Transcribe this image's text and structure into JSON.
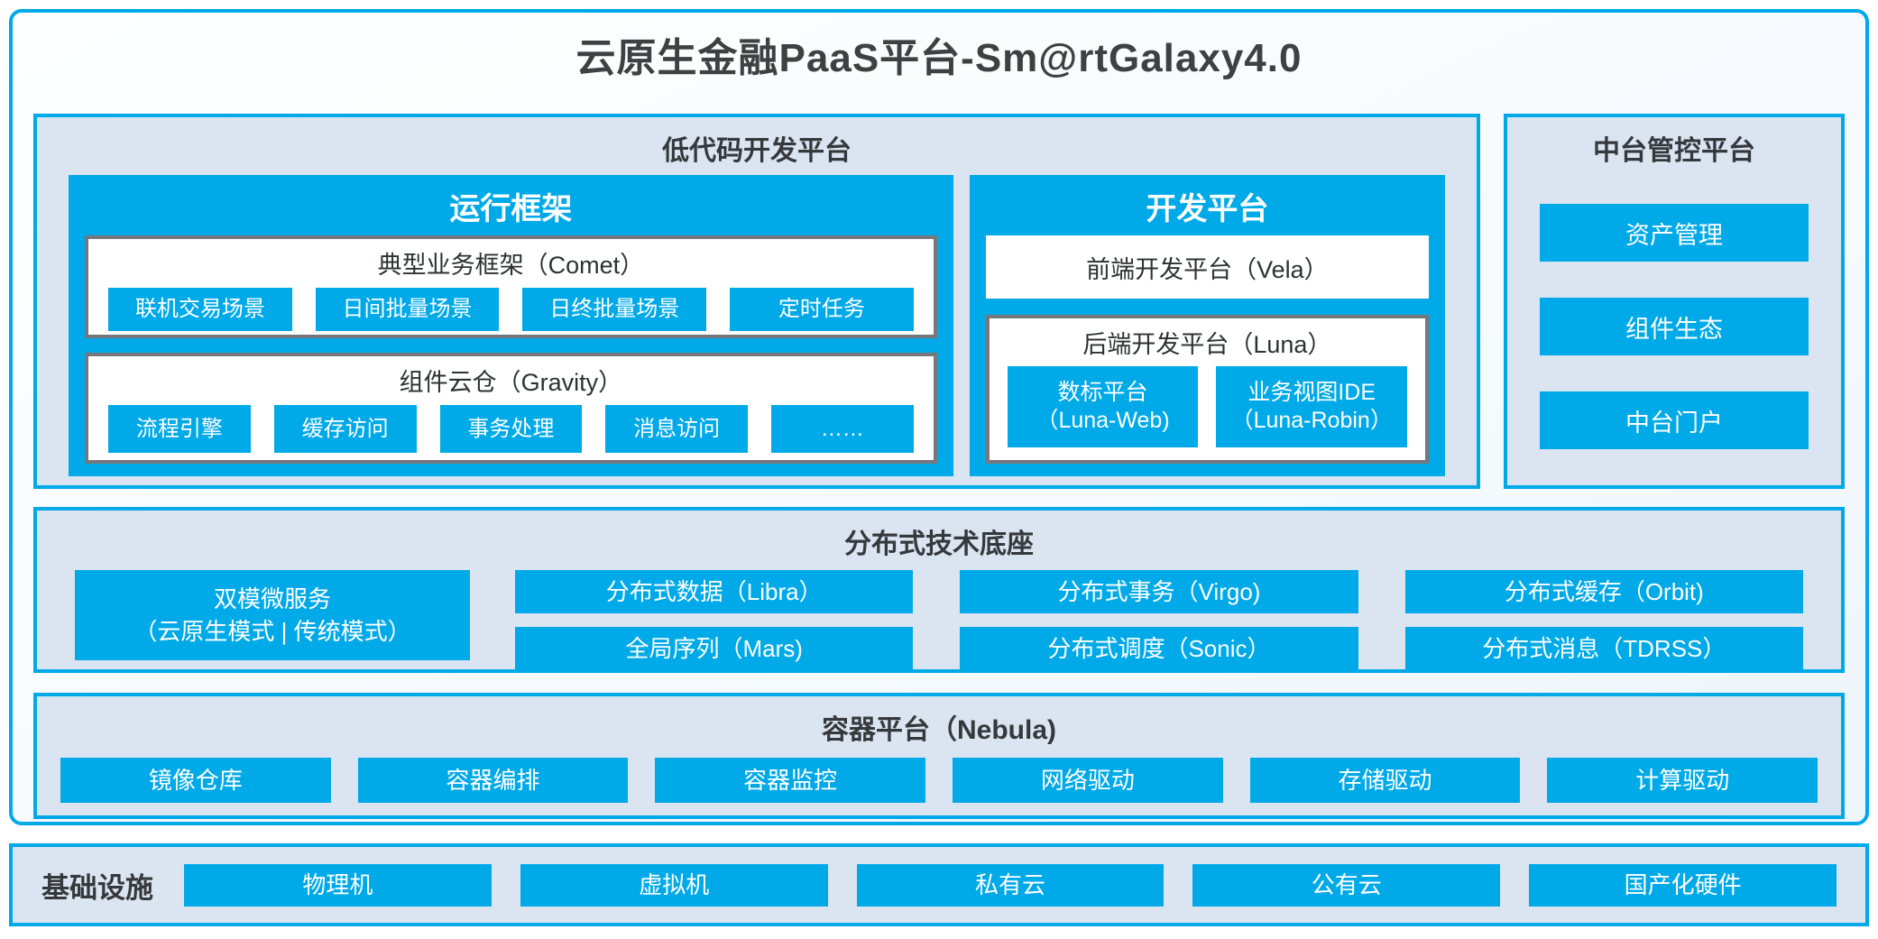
{
  "title": "云原生金融PaaS平台-Sm@rtGalaxy4.0",
  "colors": {
    "accent_blue": "#00a9e8",
    "panel_background": "#dbe5f2",
    "grey_border": "#76777a",
    "dark_text": "#36393c"
  },
  "lowcode": {
    "header": "低代码开发平台",
    "runtime": {
      "title": "运行框架",
      "comet": {
        "title": "典型业务框架（Comet）",
        "items": [
          "联机交易场景",
          "日间批量场景",
          "日终批量场景",
          "定时任务"
        ]
      },
      "gravity": {
        "title": "组件云仓（Gravity）",
        "items": [
          "流程引擎",
          "缓存访问",
          "事务处理",
          "消息访问",
          "……"
        ]
      }
    },
    "dev": {
      "title": "开发平台",
      "vela": "前端开发平台（Vela）",
      "luna": {
        "title": "后端开发平台（Luna）",
        "web": {
          "line1": "数标平台",
          "line2": "（Luna-Web)"
        },
        "robin": {
          "line1": "业务视图IDE",
          "line2": "（Luna-Robin）"
        }
      }
    }
  },
  "midplatform": {
    "title": "中台管控平台",
    "items": [
      "资产管理",
      "组件生态",
      "中台门户"
    ]
  },
  "distributed": {
    "title": "分布式技术底座",
    "microservice": {
      "line1": "双模微服务",
      "line2": "（云原生模式 | 传统模式）"
    },
    "grid": [
      "分布式数据（Libra）",
      "分布式事务（Virgo)",
      "分布式缓存（Orbit)",
      "全局序列（Mars)",
      "分布式调度（Sonic）",
      "分布式消息（TDRSS）"
    ]
  },
  "container": {
    "title": "容器平台（Nebula)",
    "items": [
      "镜像仓库",
      "容器编排",
      "容器监控",
      "网络驱动",
      "存储驱动",
      "计算驱动"
    ]
  },
  "infrastructure": {
    "title": "基础设施",
    "items": [
      "物理机",
      "虚拟机",
      "私有云",
      "公有云",
      "国产化硬件"
    ]
  }
}
